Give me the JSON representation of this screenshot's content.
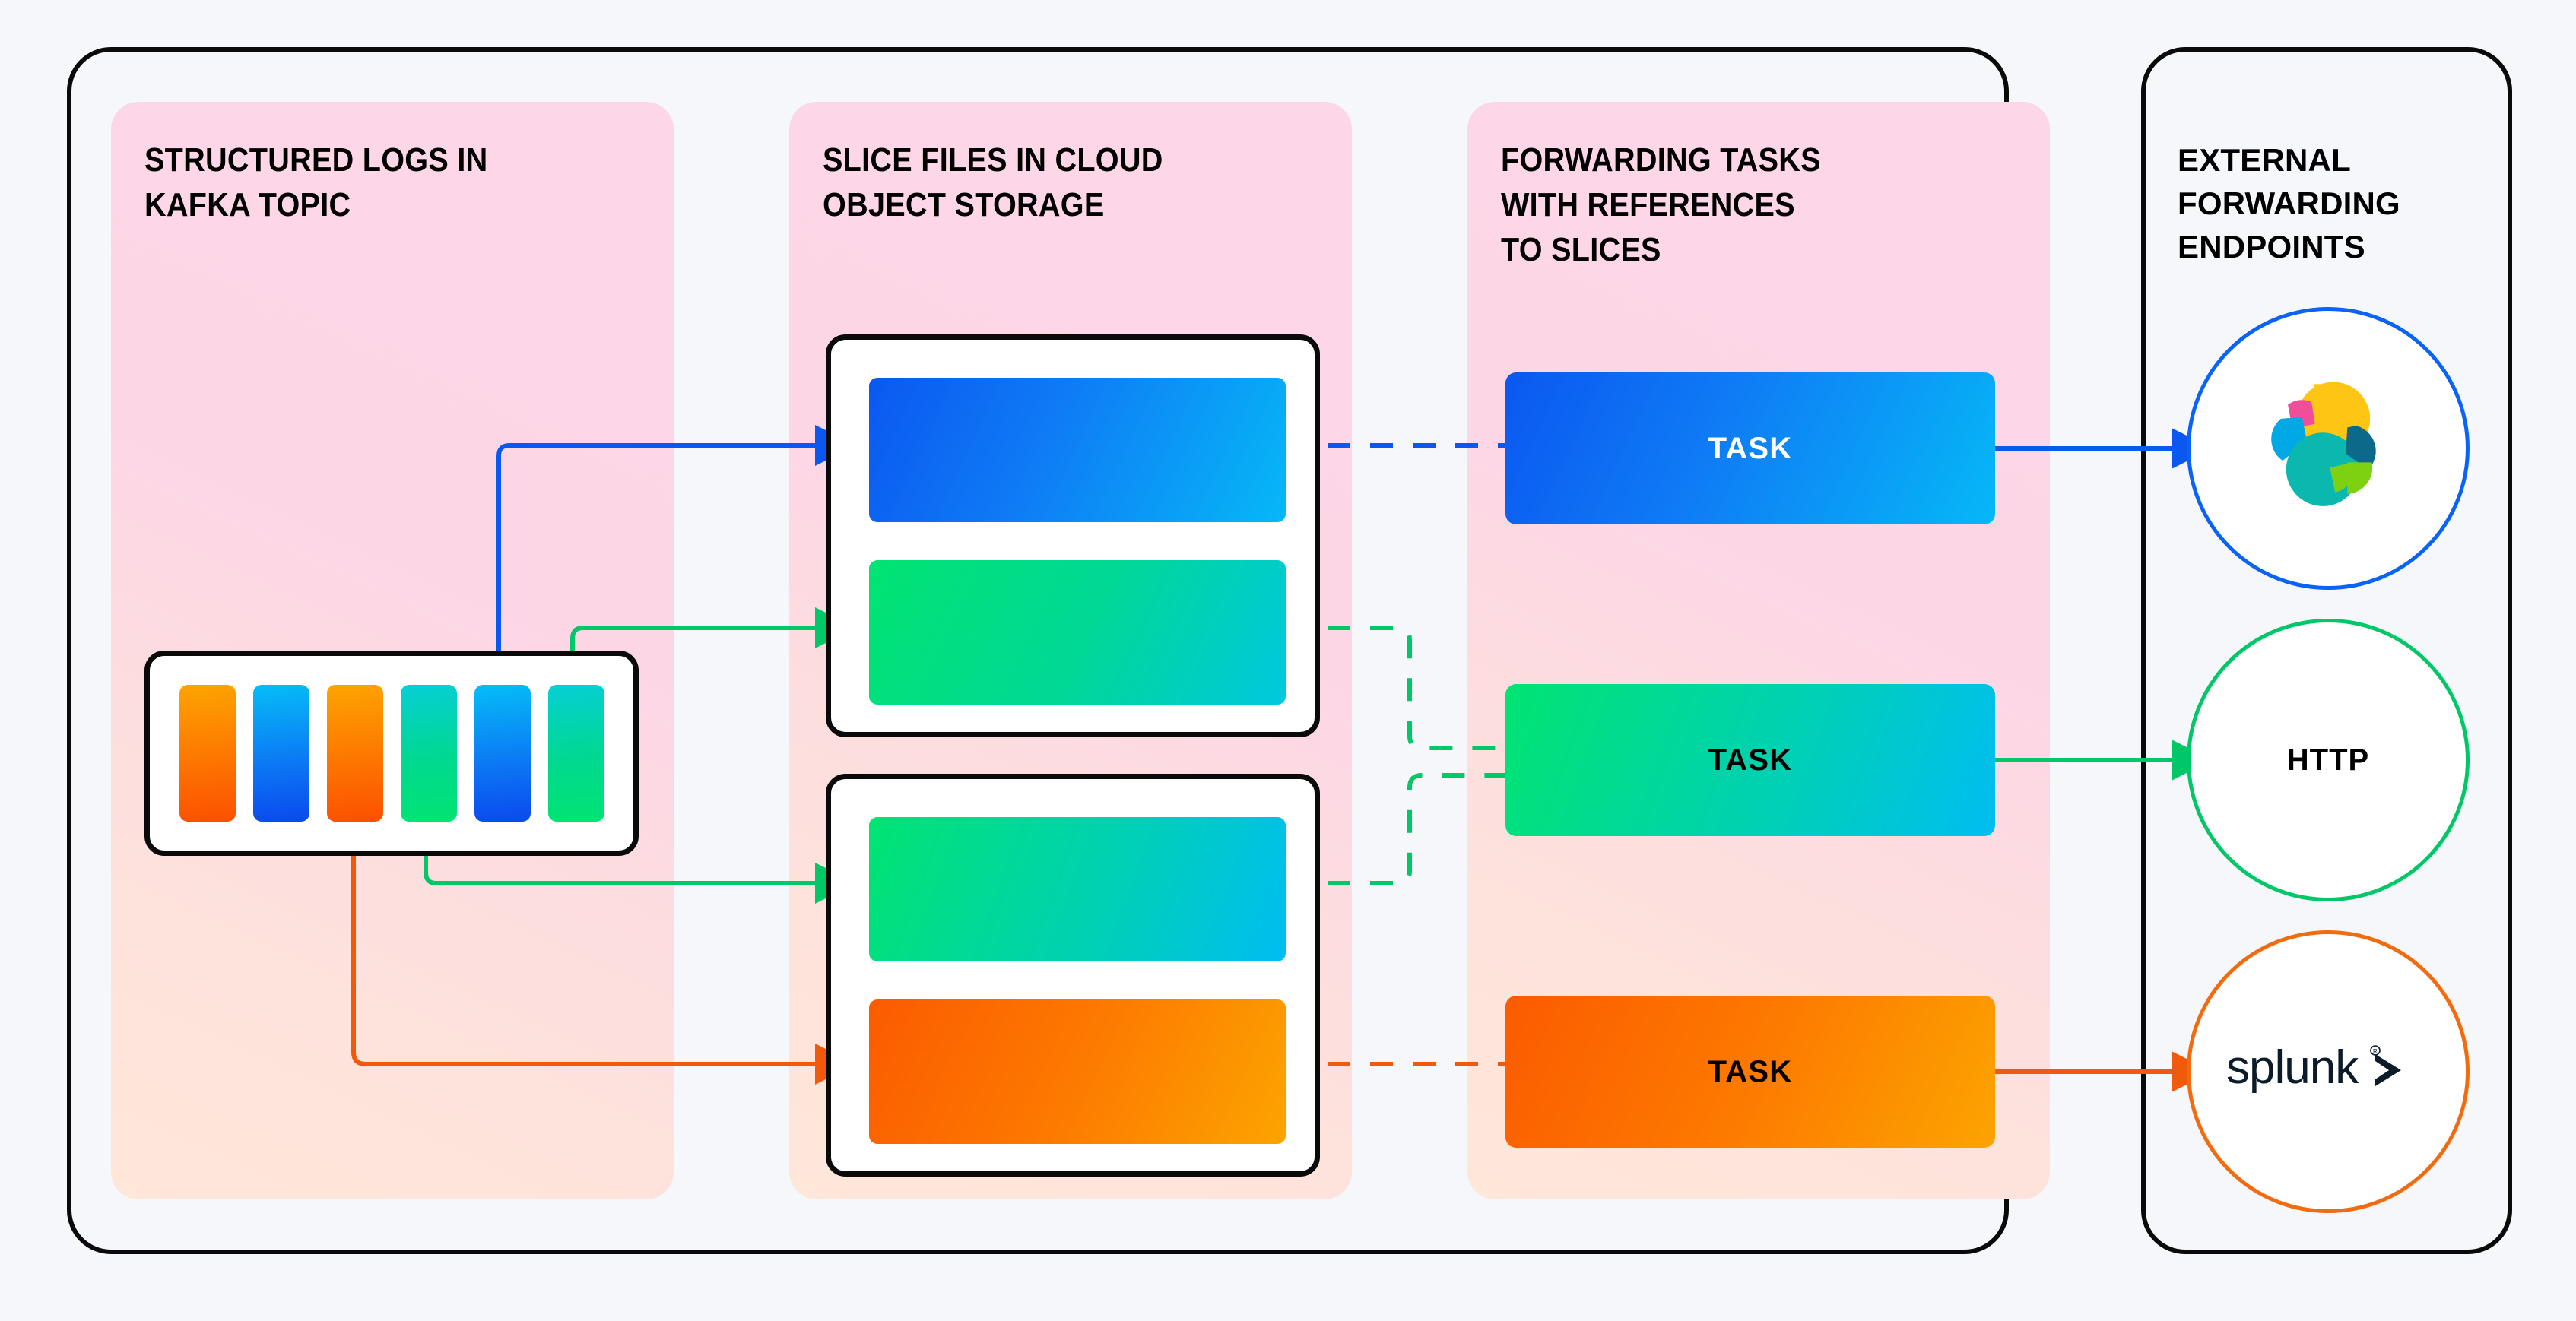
{
  "columns": [
    {
      "id": "kafka",
      "title": "STRUCTURED LOGS IN\nKAFKA TOPIC"
    },
    {
      "id": "slices",
      "title": "SLICE FILES IN CLOUD\nOBJECT STORAGE"
    },
    {
      "id": "tasks",
      "title": "FORWARDING TASKS\nWITH REFERENCES\nTO SLICES"
    }
  ],
  "right_panel": {
    "title": "EXTERNAL\nFORWARDING\nENDPOINTS"
  },
  "kafka_topic": {
    "bars": [
      {
        "index": 1,
        "color": "orange"
      },
      {
        "index": 2,
        "color": "blue"
      },
      {
        "index": 3,
        "color": "orange"
      },
      {
        "index": 4,
        "color": "green"
      },
      {
        "index": 5,
        "color": "blue"
      },
      {
        "index": 6,
        "color": "green"
      }
    ]
  },
  "slice_files": [
    {
      "id": "file-1",
      "slices": [
        {
          "color": "blue"
        },
        {
          "color": "green"
        }
      ]
    },
    {
      "id": "file-2",
      "slices": [
        {
          "color": "green"
        },
        {
          "color": "orange"
        }
      ]
    }
  ],
  "tasks": [
    {
      "id": "task-blue",
      "label": "TASK",
      "color": "blue",
      "text_color": "#ffffff"
    },
    {
      "id": "task-green",
      "label": "TASK",
      "color": "green",
      "text_color": "#000000"
    },
    {
      "id": "task-orange",
      "label": "TASK",
      "color": "orange",
      "text_color": "#000000"
    }
  ],
  "endpoints": [
    {
      "id": "elastic",
      "logo": "elastic-logo",
      "label": "",
      "ring_color": "#0b63f6"
    },
    {
      "id": "http",
      "logo": "",
      "label": "HTTP",
      "ring_color": "#00c767"
    },
    {
      "id": "splunk",
      "logo": "splunk-logo",
      "label": "",
      "ring_color": "#f26b0f"
    }
  ],
  "colors": {
    "blue": "#0b58f0",
    "blue_light": "#06b8f7",
    "green": "#00c767",
    "green_light": "#00e472",
    "orange": "#f05a0a",
    "orange_light": "#fca400",
    "panel_pink": "#fdd6e8",
    "background": "#f5f7fa",
    "outline": "#0a0a0a"
  },
  "connections": {
    "kafka_to_slices": [
      {
        "from_bar": 5,
        "to": "file-1 slice 1",
        "color": "#0b58f0",
        "style": "solid"
      },
      {
        "from_bar": 6,
        "to": "file-1 slice 2",
        "color": "#00c767",
        "style": "solid"
      },
      {
        "from_bar": 4,
        "to": "file-2 slice 1",
        "color": "#00c767",
        "style": "solid"
      },
      {
        "from_bar": 3,
        "to": "file-2 slice 2",
        "color": "#f05a0a",
        "style": "solid"
      }
    ],
    "slices_to_tasks": [
      {
        "from": "file-1 slice 1",
        "to": "task-blue",
        "color": "#0b58f0",
        "style": "dashed"
      },
      {
        "from": "file-1 slice 2",
        "to": "task-green",
        "color": "#00c767",
        "style": "dashed"
      },
      {
        "from": "file-2 slice 1",
        "to": "task-green",
        "color": "#00c767",
        "style": "dashed"
      },
      {
        "from": "file-2 slice 2",
        "to": "task-orange",
        "color": "#f05a0a",
        "style": "dashed"
      }
    ],
    "tasks_to_endpoints": [
      {
        "from": "task-blue",
        "to": "elastic",
        "color": "#0b58f0",
        "style": "solid"
      },
      {
        "from": "task-green",
        "to": "http",
        "color": "#00c767",
        "style": "solid"
      },
      {
        "from": "task-orange",
        "to": "splunk",
        "color": "#f05a0a",
        "style": "solid"
      }
    ]
  }
}
